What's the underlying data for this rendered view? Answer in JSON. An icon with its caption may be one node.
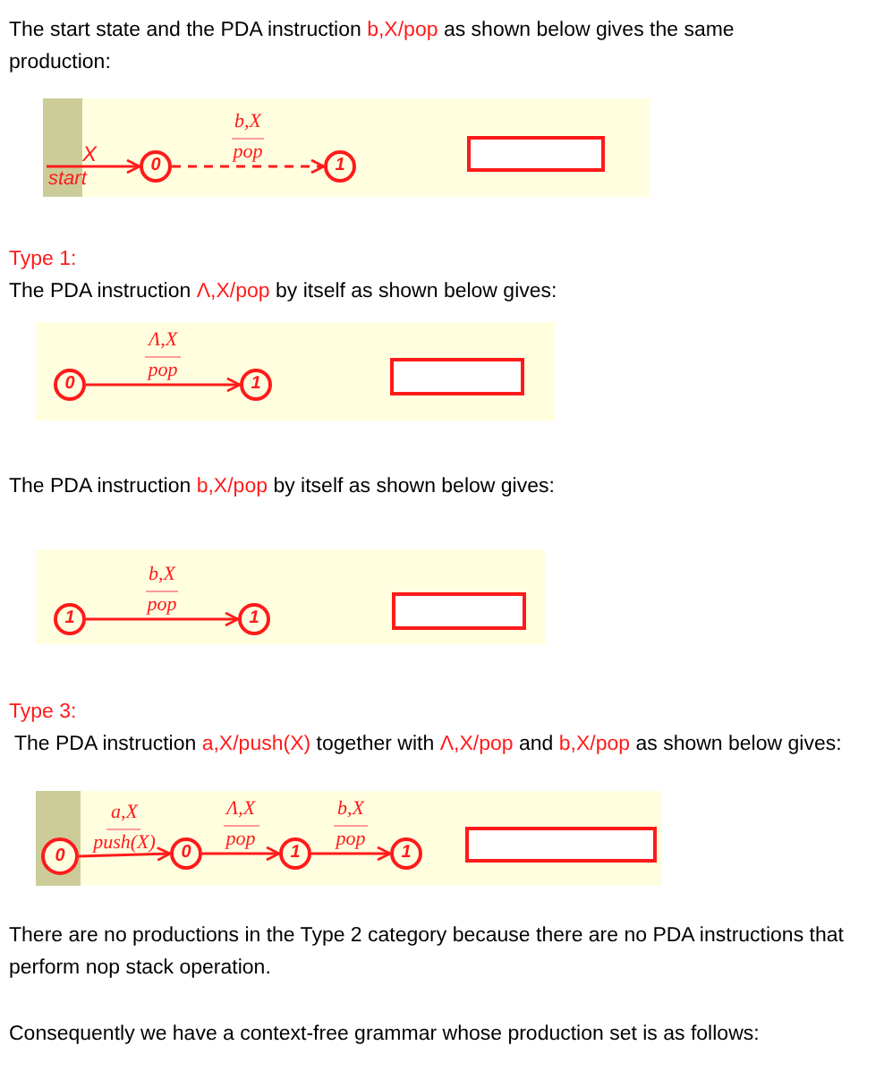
{
  "diagram": {
    "nodes": [
      {
        "text": [],
        "shape": "box"
      },
      {
        "text": [
          "0"
        ],
        "in": 0
      },
      {
        "text": [
          "1"
        ],
        "in": 0
      },
      {
        "text": [],
        "shape": "box",
        "in": 0
      },
      {
        "text": [],
        "shape": "box"
      },
      {
        "text": [
          "0"
        ],
        "in": 4
      },
      {
        "text": [
          "1"
        ],
        "in": 4
      },
      {
        "text": [],
        "shape": "box",
        "in": 4
      },
      {
        "text": [],
        "shape": "box"
      },
      {
        "text": [
          "1"
        ],
        "in": 8
      },
      {
        "text": [
          "1"
        ],
        "in": 8
      },
      {
        "text": [],
        "shape": "box",
        "in": 8
      },
      {
        "text": [],
        "shape": "box"
      },
      {
        "text": [
          "0"
        ],
        "in": 12
      },
      {
        "text": [
          "0"
        ],
        "in": 12
      },
      {
        "text": [
          "1"
        ],
        "in": 12
      },
      {
        "text": [
          "1"
        ],
        "in": 12
      },
      {
        "text": [],
        "shape": "box",
        "in": 12
      },
      {
        "text": [
          "start"
        ],
        "in": 0
      }
    ],
    "edges": [
      {
        "from": 18,
        "to": 1,
        "arrow": "to",
        "label": "X"
      },
      {
        "from": 1,
        "to": 2,
        "arrow": "to",
        "label": "b,X pop",
        "style": "dashed"
      },
      {
        "from": 5,
        "to": 6,
        "arrow": "to",
        "label": "Λ,X pop"
      },
      {
        "from": 9,
        "to": 10,
        "arrow": "to",
        "label": "b,X pop"
      },
      {
        "from": 13,
        "to": 14,
        "arrow": "to",
        "label": "a,X push(X)"
      },
      {
        "from": 14,
        "to": 15,
        "arrow": "to",
        "label": "Λ,X pop"
      },
      {
        "from": 15,
        "to": 16,
        "arrow": "to",
        "label": "b,X pop"
      }
    ],
    "labels": [
      "The start state and the PDA instruction",
      "b,X/pop",
      "as shown below gives the same production:",
      "Type 1:",
      "The PDA instruction",
      "Λ,X/pop",
      "by itself as shown below gives:",
      "The PDA instruction",
      "b,X/pop",
      "by itself as shown below gives:",
      "Type 3:",
      "The PDA instruction",
      "a,X/push(X)",
      "together with",
      "Λ,X/pop",
      "and",
      "b,X/pop",
      "as shown below gives:",
      "There are no productions in the Type 2 category because there are no PDA instructions that perform nop stack operation.",
      "Consequently we have a context-free grammar whose production set is as follows:"
    ]
  }
}
